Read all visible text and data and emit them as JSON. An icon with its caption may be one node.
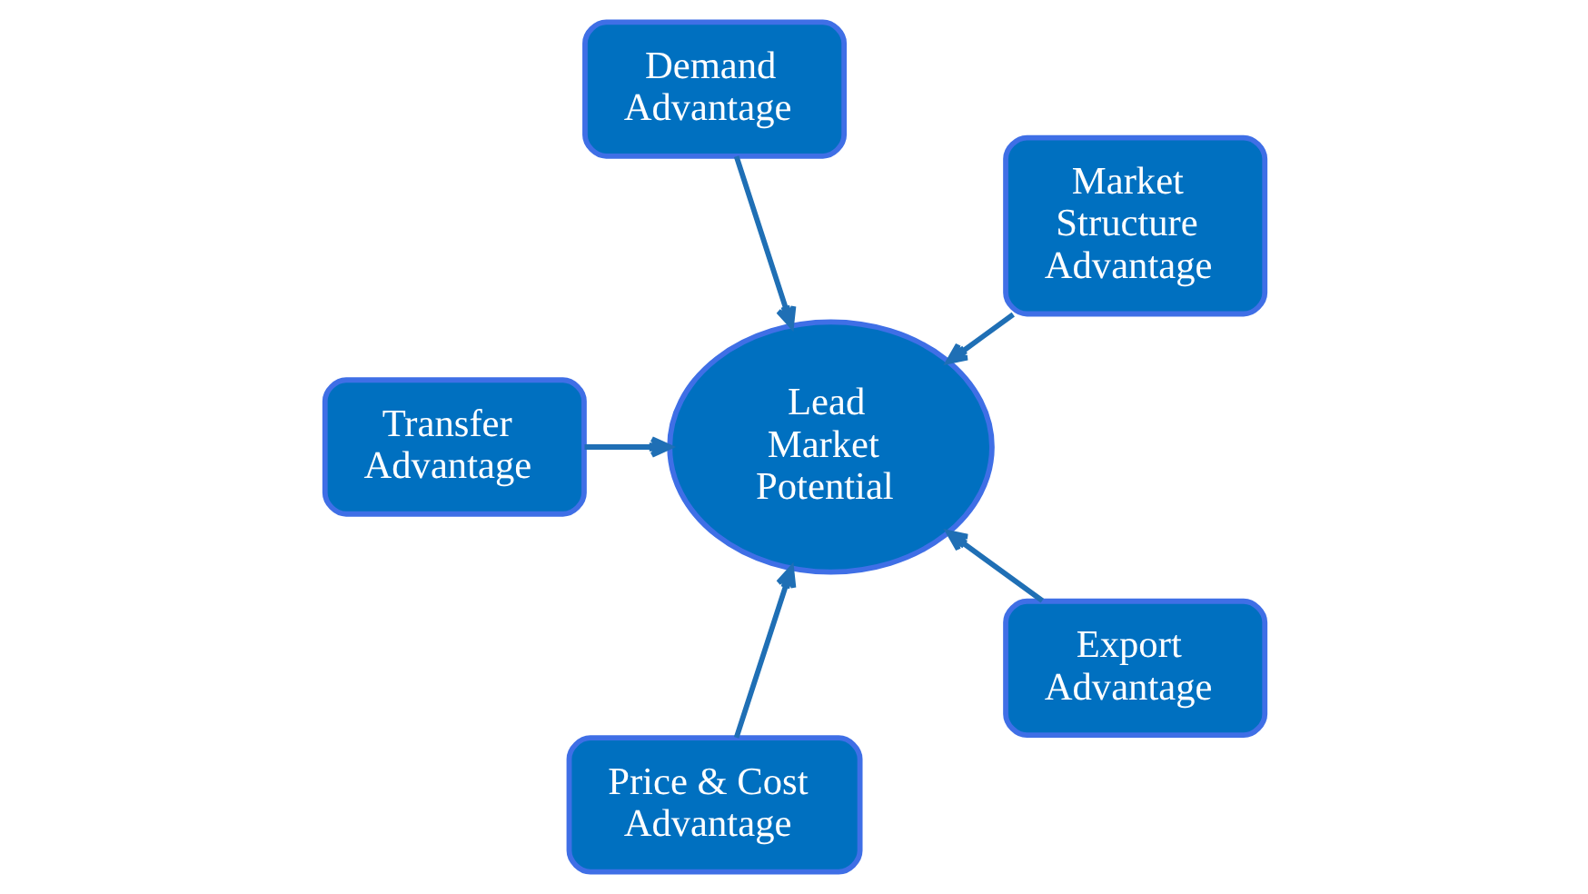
{
  "diagram": {
    "nodes": [
      {
        "text": [
          "Market Structure Advantage"
        ]
      },
      {
        "text": [
          "Demand Advantage"
        ]
      },
      {
        "text": [
          "Transfer Advantage"
        ]
      },
      {
        "text": [
          "Lead Market Potential"
        ]
      },
      {
        "text": [
          "Price & Cost Advantage"
        ]
      },
      {
        "text": [
          "Export Advantage"
        ]
      }
    ],
    "edges": [
      {
        "from": 0,
        "to": 3,
        "arrow": "to"
      },
      {
        "from": 1,
        "to": 3,
        "arrow": "to"
      },
      {
        "from": 2,
        "to": 3,
        "arrow": "to"
      },
      {
        "from": 4,
        "to": 3,
        "arrow": "to"
      },
      {
        "from": 5,
        "to": 3,
        "arrow": "to"
      }
    ]
  }
}
